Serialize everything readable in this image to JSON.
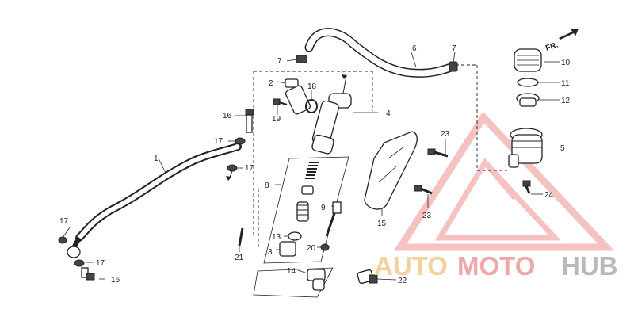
{
  "direction_marker": "FR.",
  "parts": {
    "p1": "1",
    "p2": "2",
    "p3": "3",
    "p4": "4",
    "p5": "5",
    "p6": "6",
    "p7a": "7",
    "p7b": "7",
    "p8": "8",
    "p9": "9",
    "p10": "10",
    "p11": "11",
    "p12": "12",
    "p13": "13",
    "p14": "14",
    "p15": "15",
    "p16a": "16",
    "p16b": "16",
    "p17a": "17",
    "p17b": "17",
    "p17c": "17",
    "p17d": "17",
    "p18": "18",
    "p19": "19",
    "p20": "20",
    "p21": "21",
    "p22": "22",
    "p23a": "23",
    "p23b": "23",
    "p24": "24"
  },
  "watermark": {
    "word1": "AUTO",
    "word2": "MOTO",
    "word3": "HUB",
    "color_primary": "#f0a7a7",
    "color_secondary": "#f2d29a",
    "color_tertiary": "#b9b9b9"
  }
}
